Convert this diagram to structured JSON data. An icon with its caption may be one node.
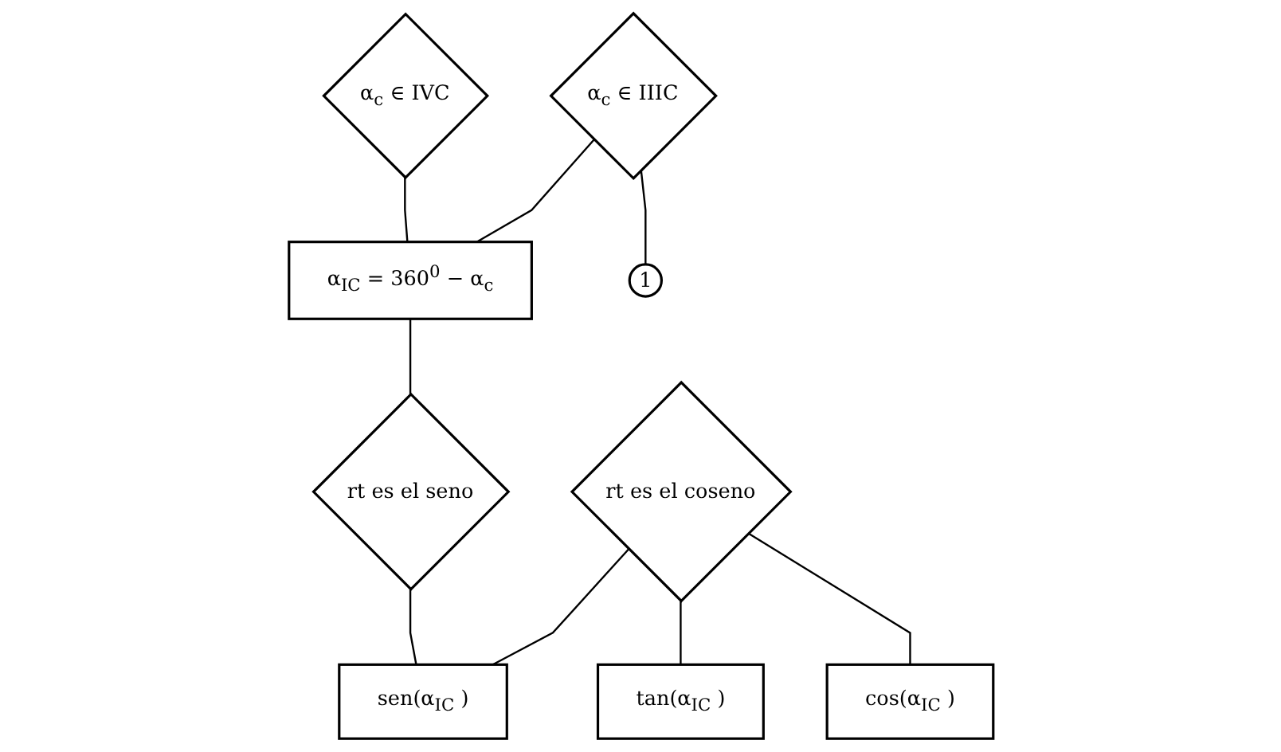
{
  "diagram": {
    "nodes": [
      {
        "text": [
          "α$_{c}$ ∈ IVC"
        ]
      },
      {
        "text": [
          "α$_{c}$ ∈ IIIC"
        ]
      },
      {
        "text": [
          "α$_{IC}$ = 360$^{0}$ − α$_{c}$"
        ]
      },
      {
        "text": [
          "1"
        ]
      },
      {
        "text": [
          "rt es el seno"
        ]
      },
      {
        "text": [
          "rt es el coseno"
        ]
      },
      {
        "text": [
          "sen(α$_{IC}$ )"
        ]
      },
      {
        "text": [
          "tan(α$_{IC}$ )"
        ]
      },
      {
        "text": [
          "cos(α$_{IC}$ )"
        ]
      }
    ],
    "edges": [
      {
        "from": 0,
        "to": 2,
        "arrow": "none"
      },
      {
        "from": 1,
        "to": 2,
        "arrow": "none"
      },
      {
        "from": 1,
        "to": 3,
        "arrow": "none"
      },
      {
        "from": 2,
        "to": 4,
        "arrow": "none"
      },
      {
        "from": 4,
        "to": 6,
        "arrow": "none"
      },
      {
        "from": 5,
        "to": 6,
        "arrow": "none"
      },
      {
        "from": 5,
        "to": 7,
        "arrow": "none"
      },
      {
        "from": 5,
        "to": 8,
        "arrow": "none"
      }
    ]
  }
}
